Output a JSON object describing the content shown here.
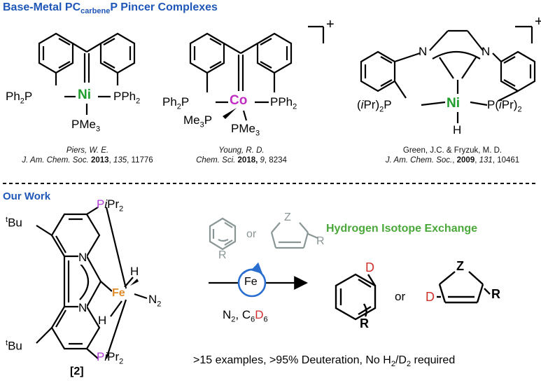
{
  "header": {
    "title_pre": "Base-Metal PC",
    "title_sub": "carbene",
    "title_post": "P Pincer Complexes"
  },
  "complex1": {
    "left_group": "Ph",
    "left_sub": "2",
    "left_p": "P",
    "metal": "Ni",
    "right_group": "PPh",
    "right_sub": "2",
    "apical": "PMe",
    "apical_sub": "3",
    "cite_author": "Piers, W. E.",
    "cite_journal": "J. Am. Chem. Soc.",
    "cite_year": "2013",
    "cite_vol": "135",
    "cite_page": ", 11776"
  },
  "complex2": {
    "left_group": "Ph",
    "left_sub": "2",
    "left_p": "P",
    "metal": "Co",
    "right_group": "PPh",
    "right_sub": "2",
    "lig1": "Me",
    "lig1_sub": "3",
    "lig1_p": "P",
    "lig2": "PMe",
    "lig2_sub": "3",
    "charge": "+",
    "cite_author": "Young, R. D.",
    "cite_journal": "Chem. Sci.",
    "cite_year": "2018,",
    "cite_vol": "9",
    "cite_page": ", 8234"
  },
  "complex3": {
    "n_left": "N",
    "n_right": "N",
    "left_group": "(",
    "left_i": "i",
    "left_pr": "Pr)",
    "left_sub": "2",
    "left_p": "P",
    "metal": "Ni",
    "right_p": "P(",
    "right_i": "i",
    "right_pr": "Pr)",
    "right_sub": "2",
    "hydride": "H",
    "charge": "+",
    "cite_author": "Green, J.C.  &  Fryzuk, M. D.",
    "cite_journal": "J. Am. Chem. Soc.",
    "cite_mid": ", ",
    "cite_year": "2009",
    "cite_vol": "131",
    "cite_page": ", 10461"
  },
  "our_work": {
    "title": "Our Work",
    "tbu_top_t": "t",
    "tbu_top": "Bu",
    "tbu_bot_t": "t",
    "tbu_bot": "Bu",
    "p_top": "P",
    "p_top_i": "i",
    "p_top_pr": "Pr",
    "p_top_sub": "2",
    "p_bot": "P",
    "p_bot_i": "i",
    "p_bot_pr": "Pr",
    "p_bot_sub": "2",
    "n_top": "N",
    "n_bot": "N",
    "metal": "Fe",
    "h_top": "H",
    "h_bot": "H",
    "n2": "N",
    "n2_sub": "2",
    "compound_label": "[2]"
  },
  "reaction": {
    "substrate_r": "R",
    "or1": "or",
    "hetero_z": "Z",
    "hetero_r": "R",
    "catalyst": "Fe",
    "conditions_n": "N",
    "conditions_n_sub": "2",
    "conditions_c": ", C",
    "conditions_c_sub": "6",
    "conditions_d": "D",
    "conditions_d_sub": "6",
    "hie_title": "Hydrogen Isotope Exchange",
    "prod_d1": "D",
    "prod_r1": "R",
    "or2": "or",
    "prod_z": "Z",
    "prod_d2": "D",
    "prod_r2": "R",
    "summary": ">15 examples, >95% Deuteration, No H",
    "summary_sub1": "2",
    "summary_mid": "/D",
    "summary_sub2": "2",
    "summary_end": " required"
  },
  "colors": {
    "title_blue": "#1f57b8",
    "ni_green": "#1e9e2c",
    "co_magenta": "#c02fc2",
    "p_magenta": "#b23bd6",
    "fe_orange": "#e08a2a",
    "hie_green": "#4aa83a",
    "deuterium_red": "#d0312d",
    "gray_substrate": "#8a9596",
    "catalyst_blue": "#2a6fd0"
  }
}
